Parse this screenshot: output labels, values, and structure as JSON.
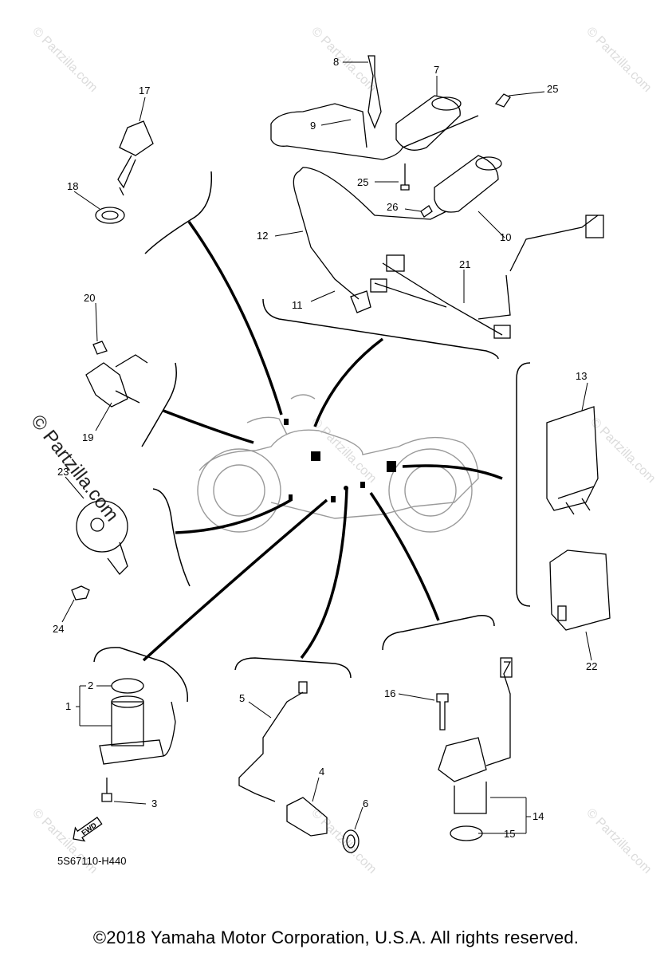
{
  "callouts": [
    {
      "id": "c1",
      "text": "1"
    },
    {
      "id": "c2",
      "text": "2"
    },
    {
      "id": "c3",
      "text": "3"
    },
    {
      "id": "c4",
      "text": "4"
    },
    {
      "id": "c5",
      "text": "5"
    },
    {
      "id": "c6",
      "text": "6"
    },
    {
      "id": "c7",
      "text": "7"
    },
    {
      "id": "c8",
      "text": "8"
    },
    {
      "id": "c9",
      "text": "9"
    },
    {
      "id": "c10",
      "text": "10"
    },
    {
      "id": "c11",
      "text": "11"
    },
    {
      "id": "c12",
      "text": "12"
    },
    {
      "id": "c13",
      "text": "13"
    },
    {
      "id": "c14",
      "text": "14"
    },
    {
      "id": "c15",
      "text": "15"
    },
    {
      "id": "c16",
      "text": "16"
    },
    {
      "id": "c17",
      "text": "17"
    },
    {
      "id": "c18",
      "text": "18"
    },
    {
      "id": "c19",
      "text": "19"
    },
    {
      "id": "c20",
      "text": "20"
    },
    {
      "id": "c21",
      "text": "21"
    },
    {
      "id": "c22",
      "text": "22"
    },
    {
      "id": "c23",
      "text": "23"
    },
    {
      "id": "c24",
      "text": "24"
    },
    {
      "id": "c25a",
      "text": "25"
    },
    {
      "id": "c25b",
      "text": "25"
    },
    {
      "id": "c26",
      "text": "26"
    }
  ],
  "fwd_label": "FWD",
  "diagram_code": "5S67110-H440",
  "copyright": "©2018 Yamaha Motor Corporation, U.S.A. All rights reserved.",
  "watermark": "© Partzilla.com",
  "watermark_small": "© Partzilla.com"
}
